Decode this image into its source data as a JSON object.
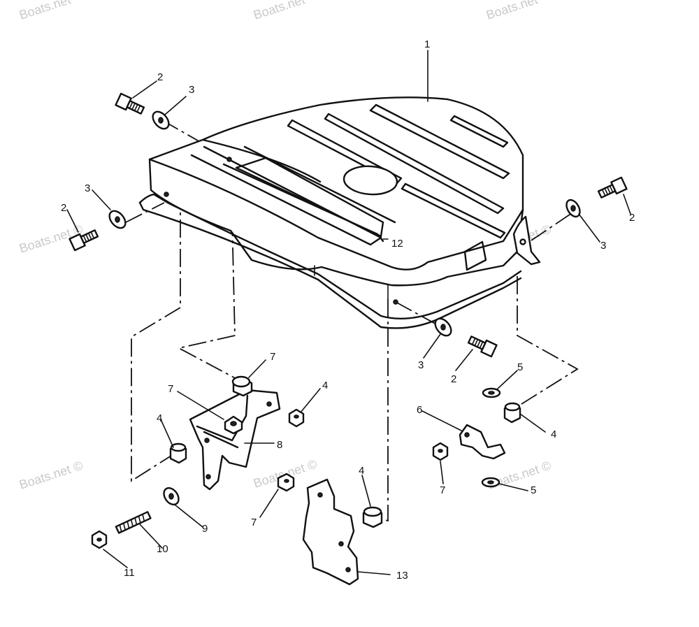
{
  "watermark": "Boats.net ©",
  "watermark_partial": "Boats.net",
  "callouts": [
    {
      "id": "c1",
      "text": "1"
    },
    {
      "id": "c2a",
      "text": "2"
    },
    {
      "id": "c3a",
      "text": "3"
    },
    {
      "id": "c3b",
      "text": "3"
    },
    {
      "id": "c2b",
      "text": "2"
    },
    {
      "id": "c2c",
      "text": "2"
    },
    {
      "id": "c3c",
      "text": "3"
    },
    {
      "id": "c12",
      "text": "12"
    },
    {
      "id": "c3d",
      "text": "3"
    },
    {
      "id": "c2d",
      "text": "2"
    },
    {
      "id": "c7a",
      "text": "7"
    },
    {
      "id": "c7b",
      "text": "7"
    },
    {
      "id": "c4a",
      "text": "4"
    },
    {
      "id": "c4b",
      "text": "4"
    },
    {
      "id": "c8",
      "text": "8"
    },
    {
      "id": "c5a",
      "text": "5"
    },
    {
      "id": "c6",
      "text": "6"
    },
    {
      "id": "c4c",
      "text": "4"
    },
    {
      "id": "c7c",
      "text": "7"
    },
    {
      "id": "c5b",
      "text": "5"
    },
    {
      "id": "c9",
      "text": "9"
    },
    {
      "id": "c10",
      "text": "10"
    },
    {
      "id": "c11",
      "text": "11"
    },
    {
      "id": "c7d",
      "text": "7"
    },
    {
      "id": "c4d",
      "text": "4"
    },
    {
      "id": "c13",
      "text": "13"
    }
  ]
}
